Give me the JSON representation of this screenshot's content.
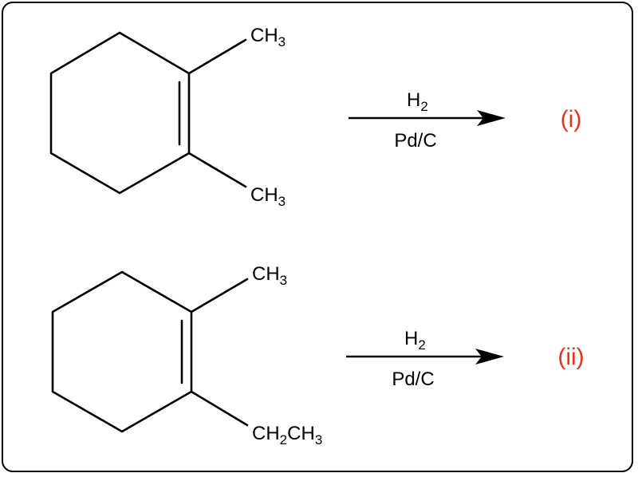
{
  "reactions": [
    {
      "substituent_top": {
        "main": "CH",
        "sub": "3"
      },
      "substituent_bottom": {
        "main": "CH",
        "sub": "3",
        "tail": ""
      },
      "reagent_top": {
        "main": "H",
        "sub": "2"
      },
      "reagent_bottom": "Pd/C",
      "product_label": "(i)"
    },
    {
      "substituent_top": {
        "main": "CH",
        "sub": "3"
      },
      "substituent_bottom": {
        "main": "CH",
        "sub": "2",
        "tail": "CH3",
        "tail_main": "CH",
        "tail_sub": "3"
      },
      "reagent_top": {
        "main": "H",
        "sub": "2"
      },
      "reagent_bottom": "Pd/C",
      "product_label": "(ii)"
    }
  ],
  "colors": {
    "stroke": "#000000",
    "label": "#e8341c"
  }
}
